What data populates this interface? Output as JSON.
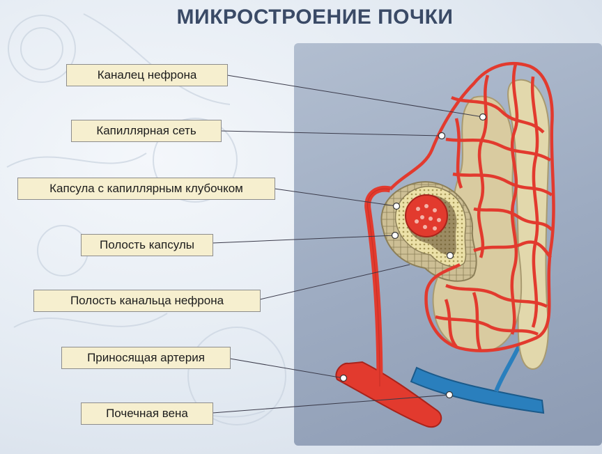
{
  "title": "МИКРОСТРОЕНИЕ ПОЧКИ",
  "labels": {
    "nephron_tubule": "Каналец нефрона",
    "capillary_network": "Капиллярная сеть",
    "capsule_glomerulus": "Капсула с капиллярным клубочком",
    "capsule_cavity": "Полость капсулы",
    "tubule_cavity": "Полость канальца нефрона",
    "afferent_artery": "Приносящая артерия",
    "renal_vein": "Почечная вена"
  },
  "colors": {
    "artery": "#e23a2e",
    "vein": "#2a7fbd",
    "tubule": "#d9cba0",
    "label_bg": "#f6efcf",
    "title": "#3a4a66"
  }
}
